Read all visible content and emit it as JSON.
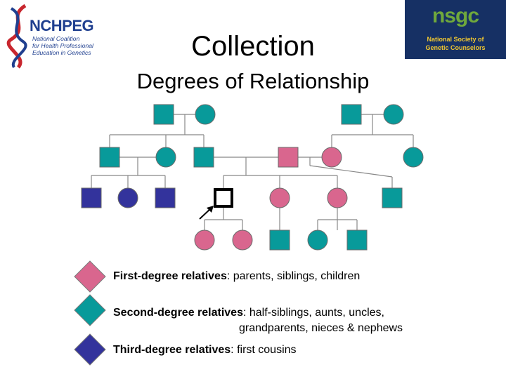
{
  "header": {
    "title": "Collection",
    "subtitle": "Degrees of Relationship"
  },
  "logos": {
    "left": {
      "acronym": "NCHPEG",
      "lines": [
        "National Coalition",
        "for Health Professional",
        "Education in Genetics"
      ]
    },
    "right": {
      "mark": "nsgc",
      "lines": [
        "National Society of",
        "Genetic Counselors"
      ]
    }
  },
  "colors": {
    "first_degree": "#d9668e",
    "second_degree": "#089a9a",
    "third_degree": "#33339c",
    "proband": "#ffffff",
    "nsgc_bg": "#163064"
  },
  "legend": [
    {
      "term": "First-degree relatives",
      "text": ": parents, siblings, children",
      "continuation": "",
      "color_key": "first_degree"
    },
    {
      "term": "Second-degree relatives",
      "text": ": half-siblings, aunts, uncles,",
      "continuation": "grandparents, nieces & nephews",
      "color_key": "second_degree"
    },
    {
      "term": "Third-degree relatives",
      "text": ": first cousins",
      "continuation": "",
      "color_key": "third_degree"
    }
  ],
  "pedigree": {
    "individuals": [
      {
        "id": "pat-grandfather",
        "sex": "male",
        "degree": "second"
      },
      {
        "id": "pat-grandmother",
        "sex": "female",
        "degree": "second"
      },
      {
        "id": "mat-grandfather",
        "sex": "male",
        "degree": "second"
      },
      {
        "id": "mat-grandmother",
        "sex": "female",
        "degree": "second"
      },
      {
        "id": "paternal-uncle",
        "sex": "male",
        "degree": "second"
      },
      {
        "id": "paternal-aunt",
        "sex": "female",
        "degree": "second"
      },
      {
        "id": "father",
        "sex": "male",
        "degree": "second"
      },
      {
        "id": "mother",
        "sex": "male",
        "degree": "first"
      },
      {
        "id": "mother-partner",
        "sex": "female",
        "degree": "first"
      },
      {
        "id": "stepfather",
        "sex": "female",
        "degree": "second"
      },
      {
        "id": "cousin-1",
        "sex": "male",
        "degree": "third"
      },
      {
        "id": "cousin-2",
        "sex": "female",
        "degree": "third"
      },
      {
        "id": "cousin-3",
        "sex": "male",
        "degree": "third"
      },
      {
        "id": "proband",
        "sex": "male",
        "degree": "proband"
      },
      {
        "id": "sister-1",
        "sex": "female",
        "degree": "first"
      },
      {
        "id": "sister-2",
        "sex": "female",
        "degree": "first"
      },
      {
        "id": "half-brother",
        "sex": "male",
        "degree": "second"
      },
      {
        "id": "daughter-1",
        "sex": "female",
        "degree": "first"
      },
      {
        "id": "daughter-2",
        "sex": "female",
        "degree": "first"
      },
      {
        "id": "nephew-1",
        "sex": "male",
        "degree": "second"
      },
      {
        "id": "niece",
        "sex": "female",
        "degree": "second"
      },
      {
        "id": "nephew-2",
        "sex": "male",
        "degree": "second"
      }
    ]
  }
}
